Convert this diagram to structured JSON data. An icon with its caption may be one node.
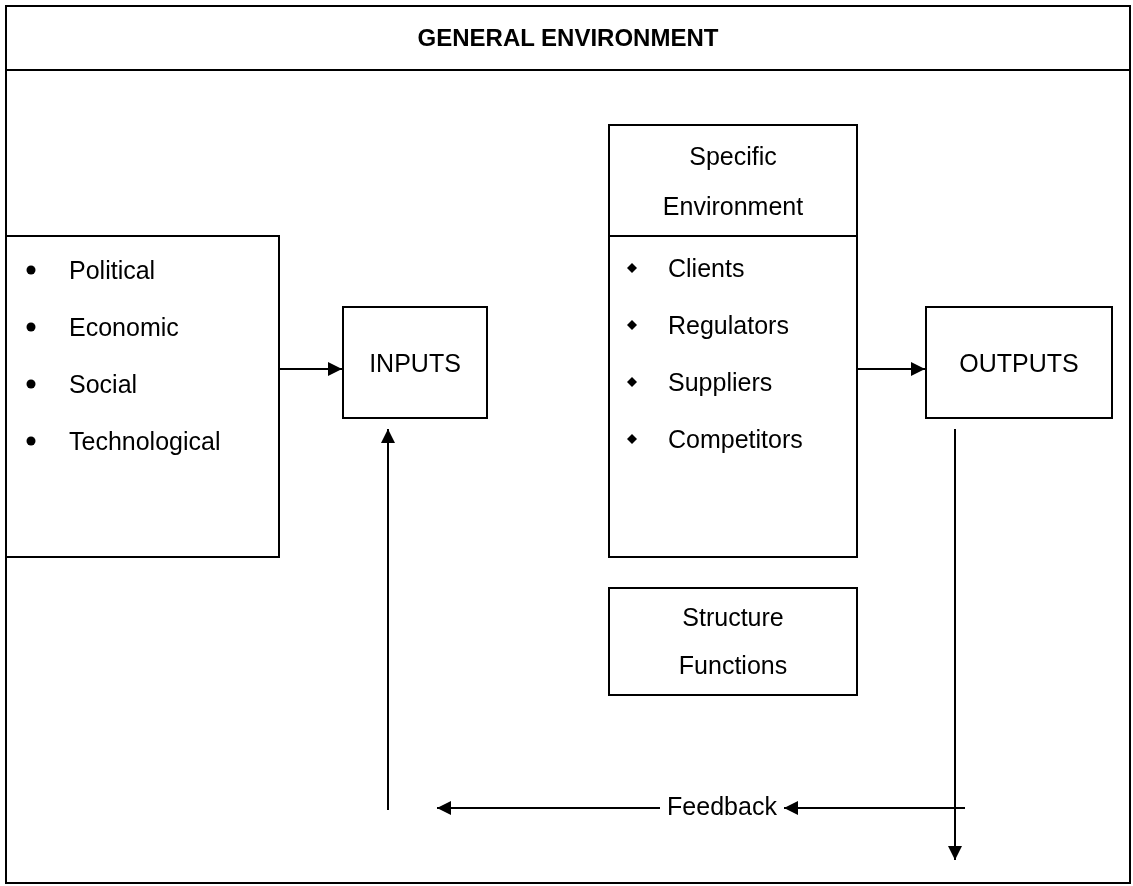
{
  "diagram": {
    "nodes": [
      {
        "text": [
          "GENERAL ENVIRONMENT"
        ]
      },
      {
        "text": [
          "Political",
          "Economic",
          "Social",
          "Technological"
        ],
        "in": 0
      },
      {
        "text": [
          "INPUTS"
        ],
        "in": 0
      },
      {
        "text": [
          "Specific Environment",
          "Clients",
          "Regulators",
          "Suppliers",
          "Competitors"
        ],
        "in": 0
      },
      {
        "text": [
          "OUTPUTS"
        ],
        "in": 0
      },
      {
        "text": [
          "Structure",
          "Functions"
        ],
        "in": 0
      },
      {
        "text": [
          "Feedback"
        ],
        "in": 0
      }
    ],
    "edges": [
      {
        "from": 1,
        "to": 2,
        "arrow": "to"
      },
      {
        "from": 3,
        "to": 4,
        "arrow": "to"
      },
      {
        "from": 4,
        "to": null,
        "arrow": "to"
      },
      {
        "from": null,
        "to": 6,
        "arrow": "to"
      },
      {
        "from": 6,
        "to": null,
        "arrow": "to"
      },
      {
        "from": null,
        "to": 2,
        "arrow": "to"
      }
    ]
  }
}
